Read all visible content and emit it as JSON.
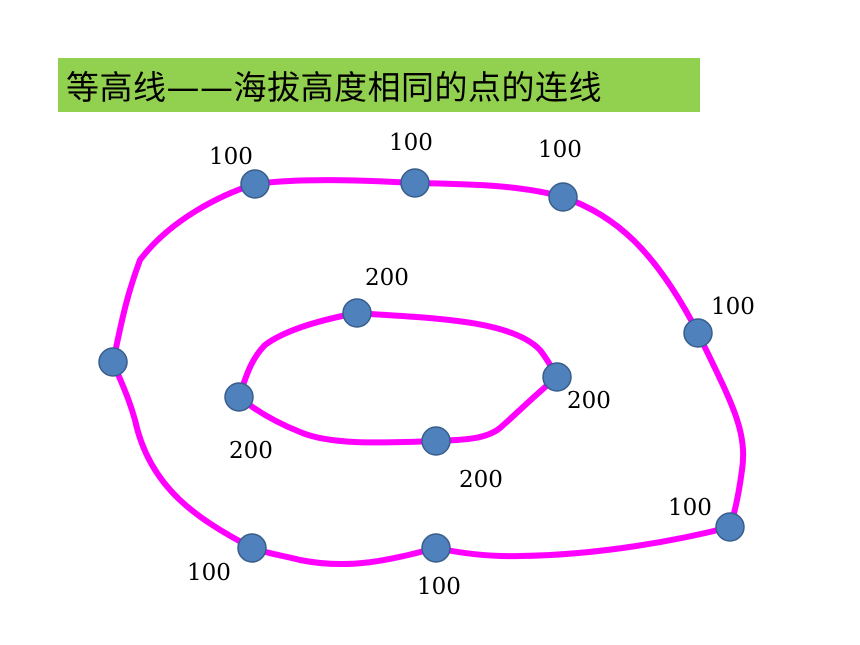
{
  "title": "等高线——海拔高度相同的点的连线",
  "colors": {
    "title_background": "#92d050",
    "contour_line": "#ff00ff",
    "point_fill": "#4f81bd",
    "point_stroke": "#385d8a"
  },
  "outer_contour": {
    "points": [
      {
        "label": "100"
      },
      {
        "label": "100"
      },
      {
        "label": "100"
      },
      {
        "label": "100"
      },
      {
        "label": "100"
      },
      {
        "label": "100"
      },
      {
        "label": "100"
      },
      {
        "label": ""
      }
    ]
  },
  "inner_contour": {
    "points": [
      {
        "label": "200"
      },
      {
        "label": "200"
      },
      {
        "label": "200"
      },
      {
        "label": "200"
      }
    ]
  }
}
